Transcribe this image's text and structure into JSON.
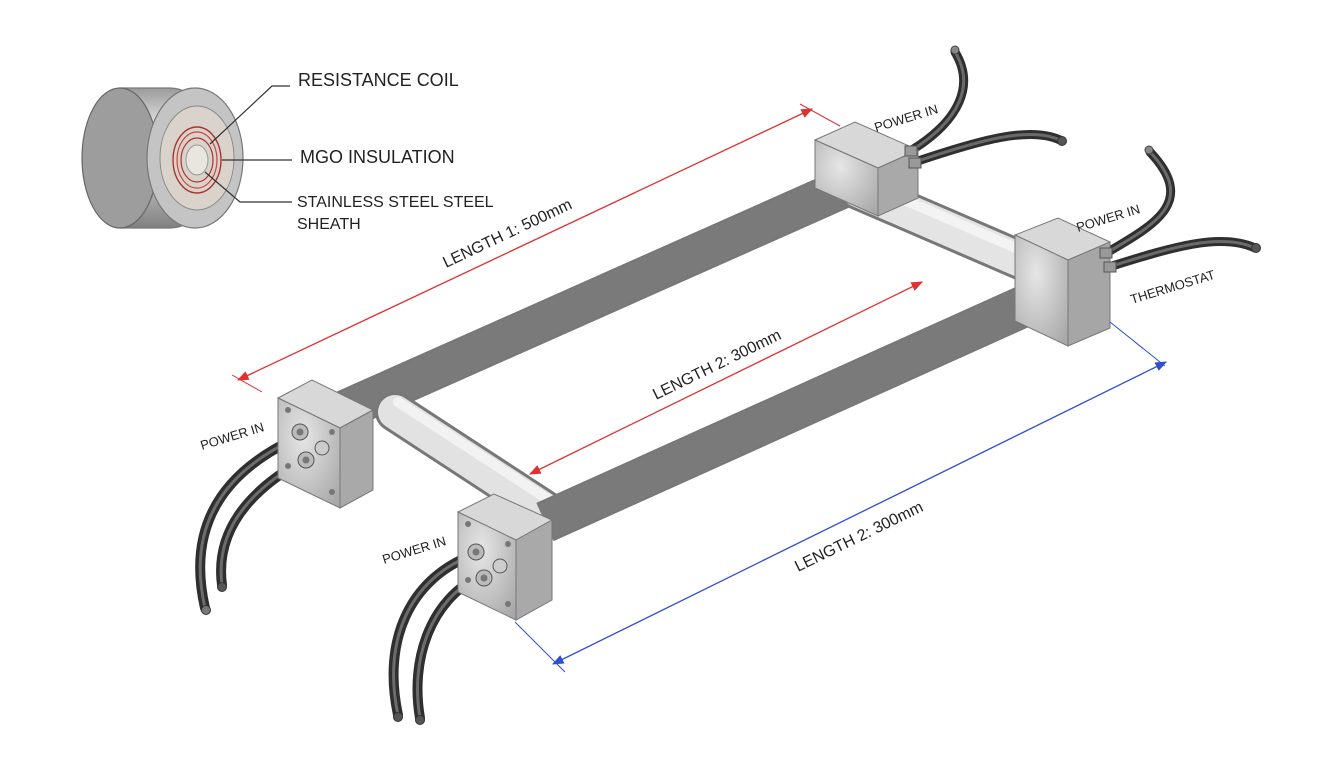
{
  "cross_section": {
    "resistance_coil": "RESISTANCE COIL",
    "mgo_insulation": "MGO INSULATION",
    "sheath_line1": "STAINLESS STEEL STEEL",
    "sheath_line2": "SHEATH"
  },
  "dimensions": {
    "length1": "LENGTH 1: 500mm",
    "length2_inner": "LENGTH 2: 300mm",
    "length2_outer": "LENGTH 2: 300mm"
  },
  "terminals": {
    "power_in_back": "POWER IN",
    "power_in_right": "POWER IN",
    "thermostat": "THERMOSTAT",
    "power_in_left": "POWER IN",
    "power_in_front": "POWER IN"
  },
  "colors": {
    "dimension_red": "#e03030",
    "dimension_blue": "#2f4fd0",
    "steel_mid": "#c9c9c9",
    "cable": "#4a4a4a"
  }
}
